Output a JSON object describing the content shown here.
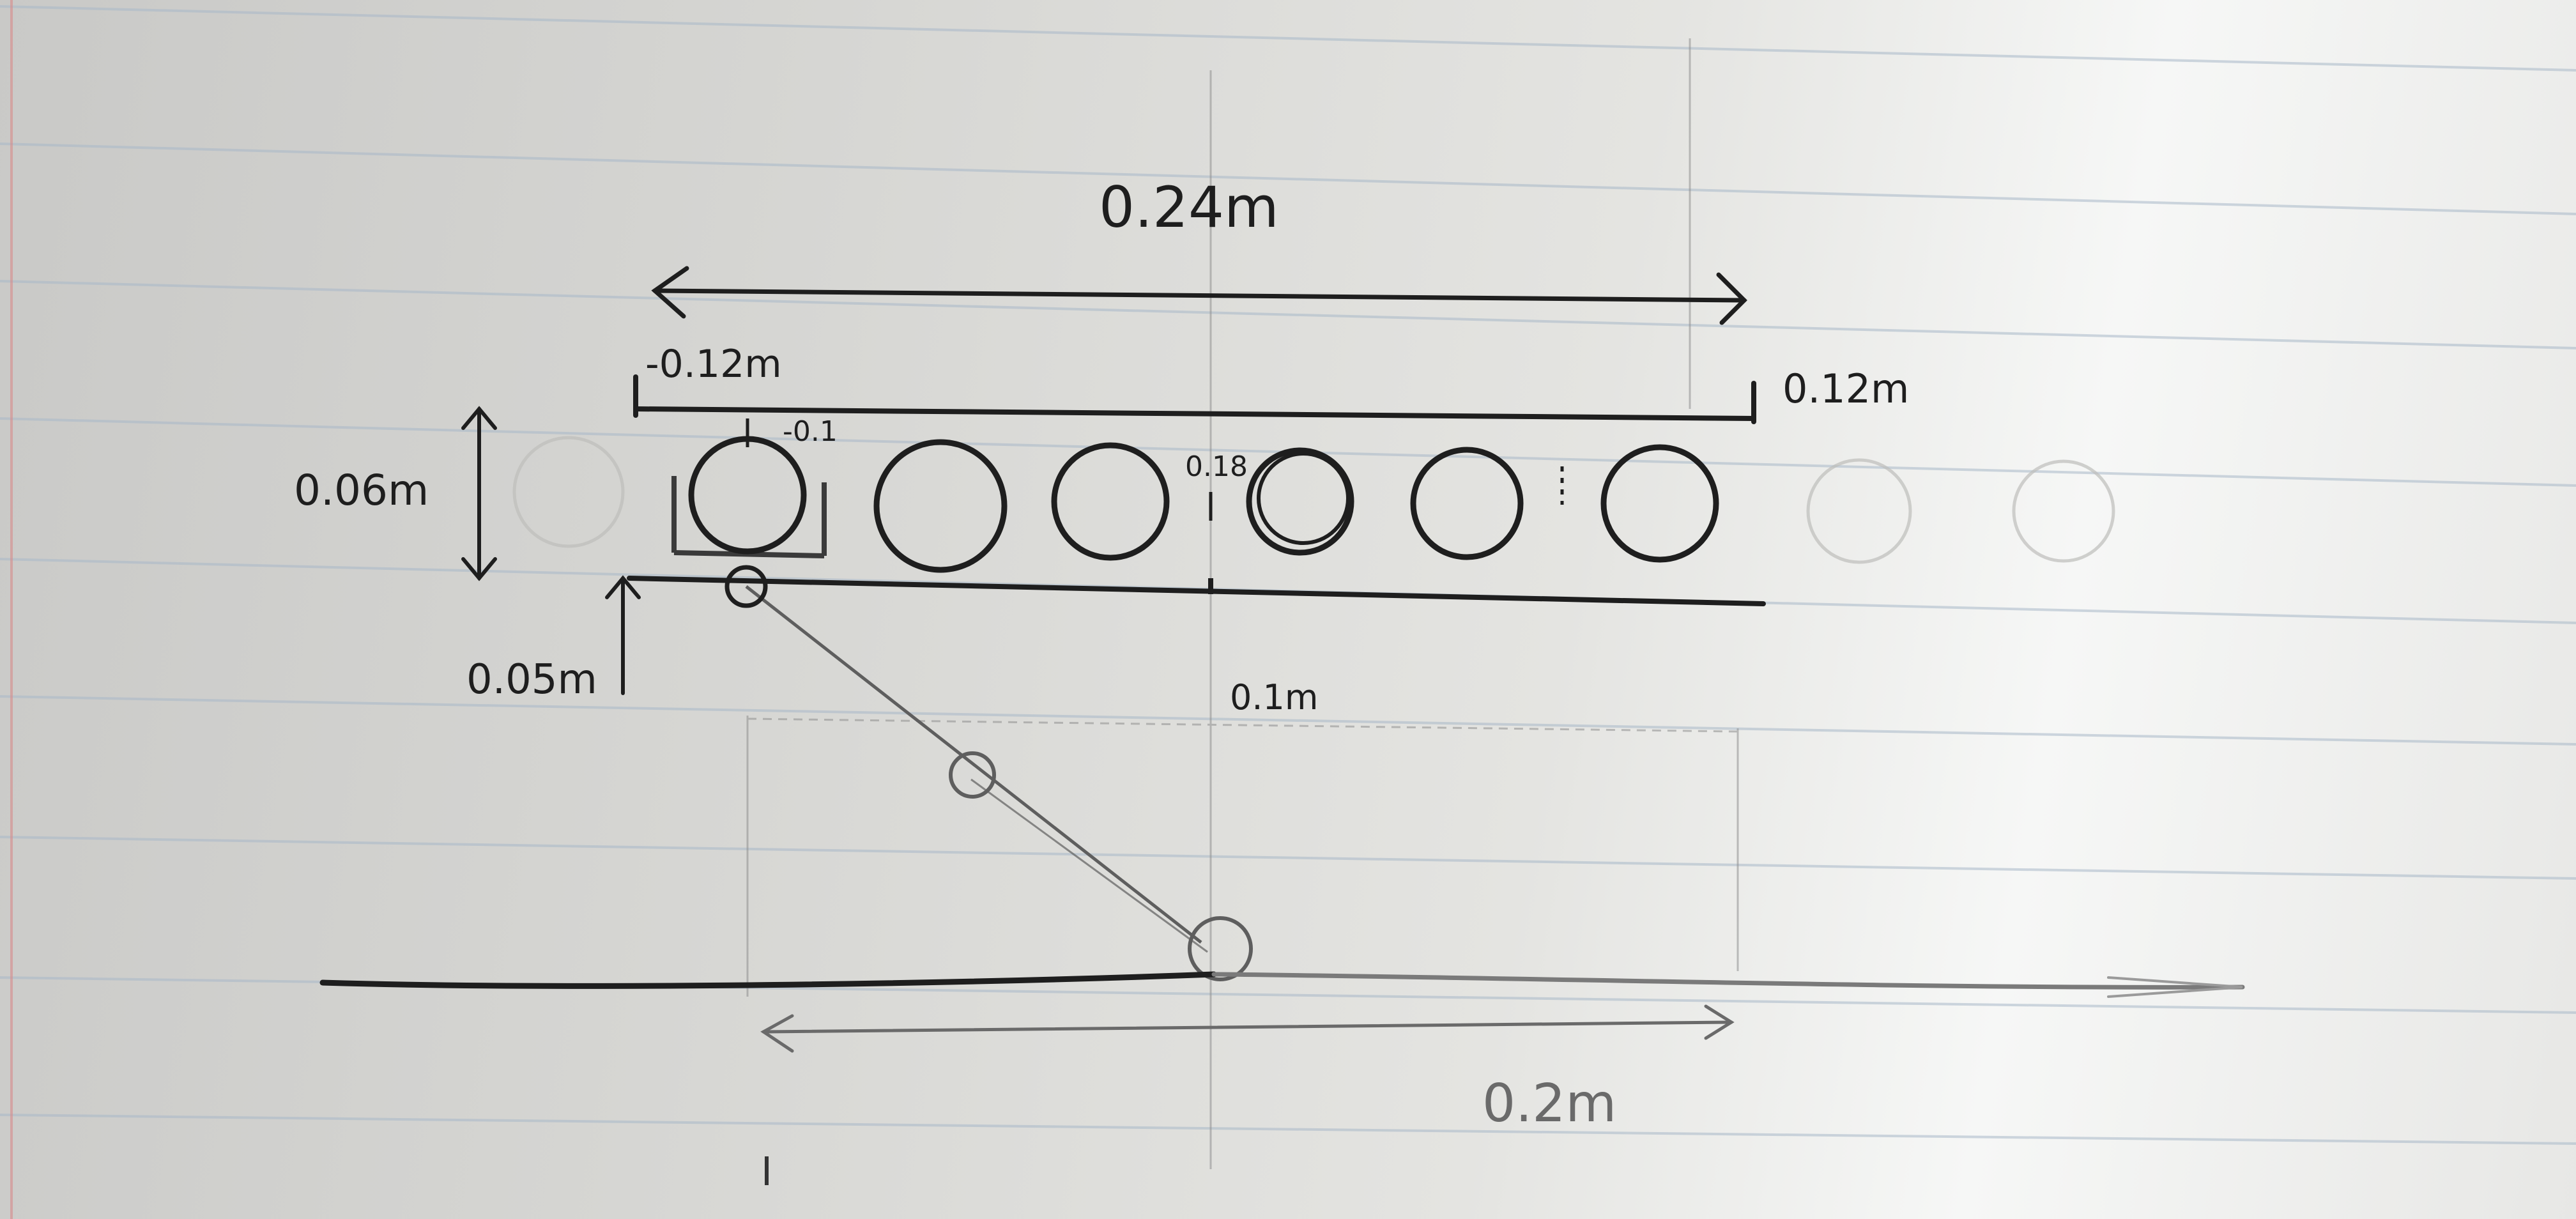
{
  "labels": {
    "total_width": "0.24m",
    "left_x": "-0.12m",
    "right_x": "0.12m",
    "height": "0.06m",
    "offset": "0.05m",
    "marker_first": "-0.1",
    "marker_mid": "0.18",
    "drop": "0.1m",
    "floor_span": "0.2m"
  },
  "colors": {
    "ink": "#1e1e1e",
    "pencil": "#7a7a7a",
    "rule_line": "#9fb3c8"
  }
}
